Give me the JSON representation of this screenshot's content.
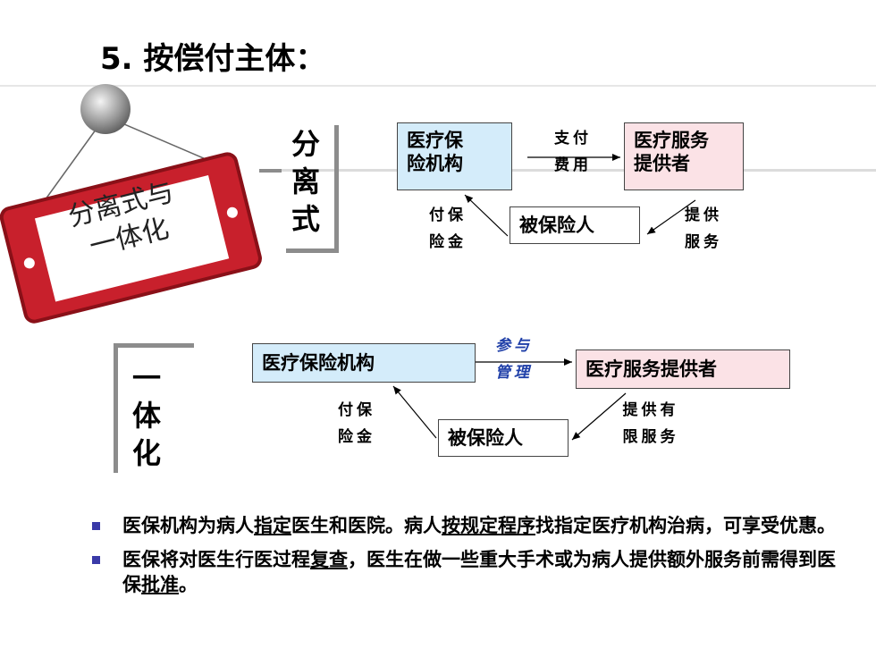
{
  "title": "5. 按偿付主体：",
  "sign": {
    "line1": "分离式与",
    "line2": "一体化"
  },
  "separate": {
    "label": [
      "分",
      "离",
      "式"
    ],
    "insurer": [
      "医疗保",
      "险机构"
    ],
    "provider": [
      "医疗服务",
      "提供者"
    ],
    "insured": "被保险人",
    "arrow_pay": [
      "支付",
      "费用"
    ],
    "arrow_premium": [
      "付保",
      "险金"
    ],
    "arrow_service": [
      "提供",
      "服务"
    ]
  },
  "integrated": {
    "label": [
      "一",
      "体",
      "化"
    ],
    "insurer": "医疗保险机构",
    "provider": "医疗服务提供者",
    "insured": "被保险人",
    "arrow_manage": [
      "参与",
      "管理"
    ],
    "arrow_premium": [
      "付保",
      "险金"
    ],
    "arrow_service": [
      "提供有",
      "限服务"
    ]
  },
  "bullets": [
    {
      "parts": [
        {
          "text": "医保机构为病人",
          "u": false
        },
        {
          "text": "指定",
          "u": true
        },
        {
          "text": "医生和医院。病人",
          "u": false
        },
        {
          "text": "按规定程序",
          "u": true
        },
        {
          "text": "找指定医疗机构治病，可享受优惠。",
          "u": false
        }
      ]
    },
    {
      "parts": [
        {
          "text": "医保将对医生行医过程",
          "u": false
        },
        {
          "text": "复查",
          "u": true
        },
        {
          "text": "，医生在做一些重大手术或为病人提供额外服务前需得到医保",
          "u": false
        },
        {
          "text": "批准",
          "u": true
        },
        {
          "text": "。",
          "u": false
        }
      ]
    }
  ]
}
